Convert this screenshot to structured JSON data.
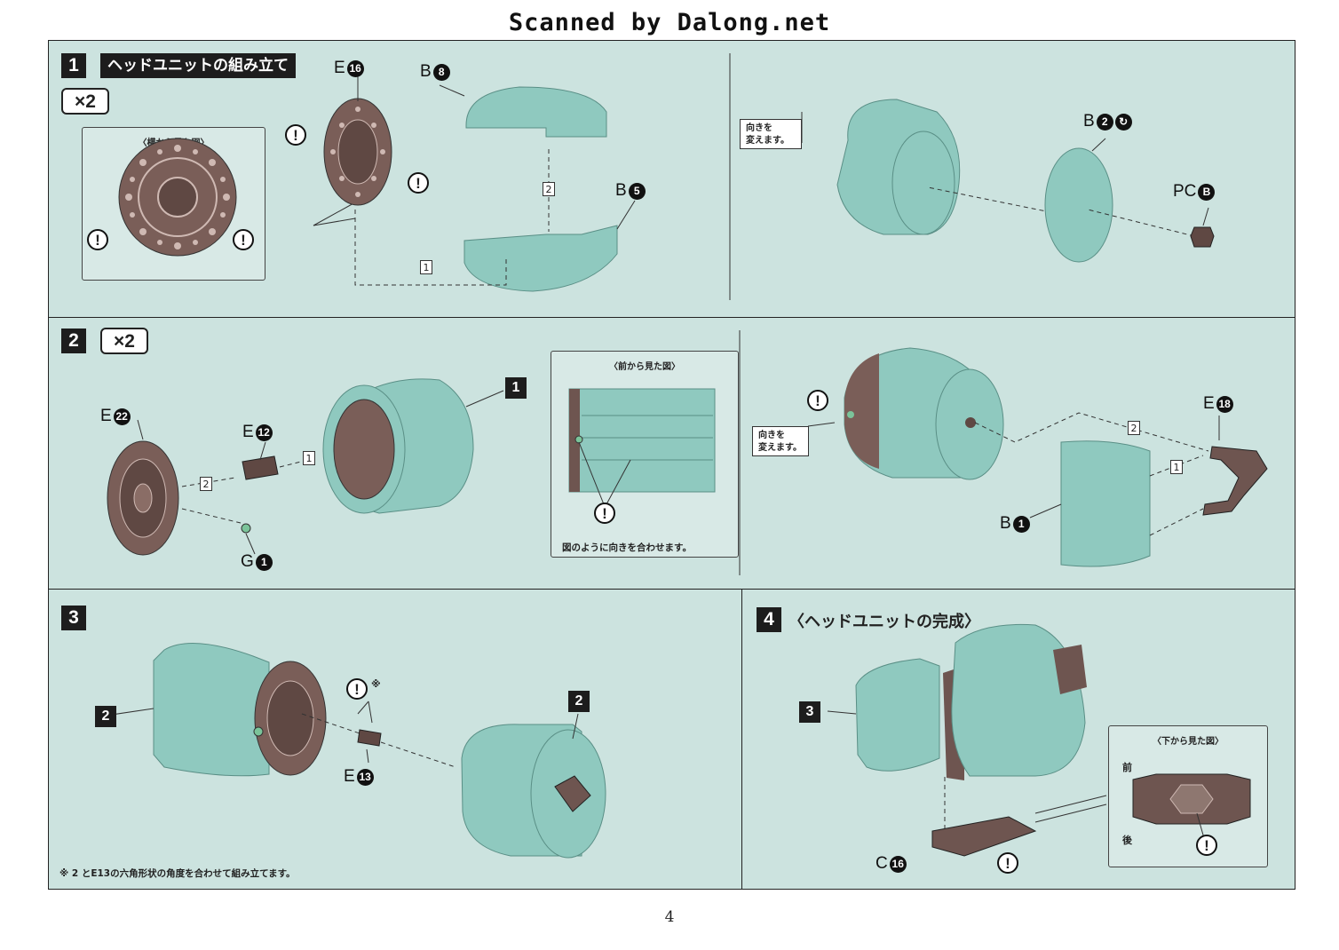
{
  "banner": "Scanned by Dalong.net",
  "page_number": "4",
  "step1": {
    "number": "1",
    "title": "ヘッドユニットの組み立て",
    "multiplier": "×2",
    "inset_title": "〈横から見た図〉",
    "callout": "向きを\n変えます。",
    "labels": {
      "e16": {
        "prefix": "E",
        "num": "16"
      },
      "b8": {
        "prefix": "B",
        "num": "8"
      },
      "b5": {
        "prefix": "B",
        "num": "5"
      },
      "b2": {
        "prefix": "B",
        "num": "2"
      },
      "pcb": {
        "prefix": "PC",
        "num": "B"
      }
    },
    "seq": [
      "1",
      "2"
    ]
  },
  "step2": {
    "number": "2",
    "multiplier": "×2",
    "inset_title": "〈前から見た図〉",
    "inset_note": "図のように向きを合わせます。",
    "callout": "向きを\n変えます。",
    "ref": "1",
    "labels": {
      "e22": {
        "prefix": "E",
        "num": "22"
      },
      "e12": {
        "prefix": "E",
        "num": "12"
      },
      "g1": {
        "prefix": "G",
        "num": "1"
      },
      "e18": {
        "prefix": "E",
        "num": "18"
      },
      "b1": {
        "prefix": "B",
        "num": "1"
      }
    },
    "seq": [
      "1",
      "2"
    ]
  },
  "step3": {
    "number": "3",
    "refs": [
      "2",
      "2"
    ],
    "labels": {
      "e13": {
        "prefix": "E",
        "num": "13"
      }
    },
    "asterisk": "※",
    "footnote": "※ 2 とE13の六角形状の角度を合わせて組み立てます。"
  },
  "step4": {
    "number": "4",
    "title": "〈ヘッドユニットの完成〉",
    "ref": "3",
    "inset_title": "〈下から見た図〉",
    "front": "前",
    "back": "後",
    "labels": {
      "c16": {
        "prefix": "C",
        "num": "16"
      }
    }
  },
  "warning_symbol": "!",
  "colors": {
    "panel_bg": "#cce3df",
    "part_teal": "#8fc9bf",
    "part_brown": "#6e5550"
  }
}
